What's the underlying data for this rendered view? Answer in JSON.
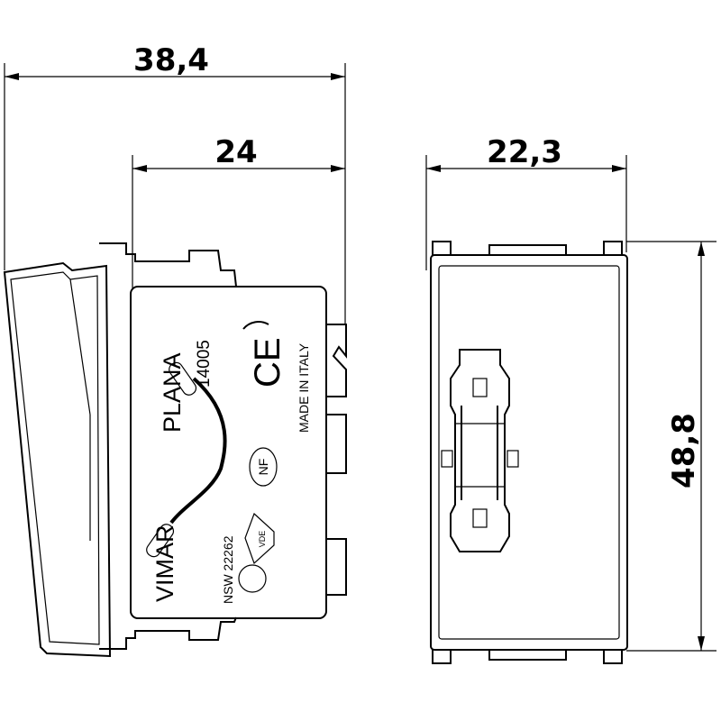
{
  "dimensions": {
    "overall_depth": "38,4",
    "body_depth": "24",
    "width": "22,3",
    "height": "48,8"
  },
  "side_view_markings": {
    "brand": "VIMAR",
    "series": "PLANA",
    "code": "14005",
    "ce_mark": "CE",
    "origin": "MADE IN ITALY",
    "approval": "NSW 22262",
    "nf_mark": "NF",
    "vde_mark": "VDE"
  }
}
